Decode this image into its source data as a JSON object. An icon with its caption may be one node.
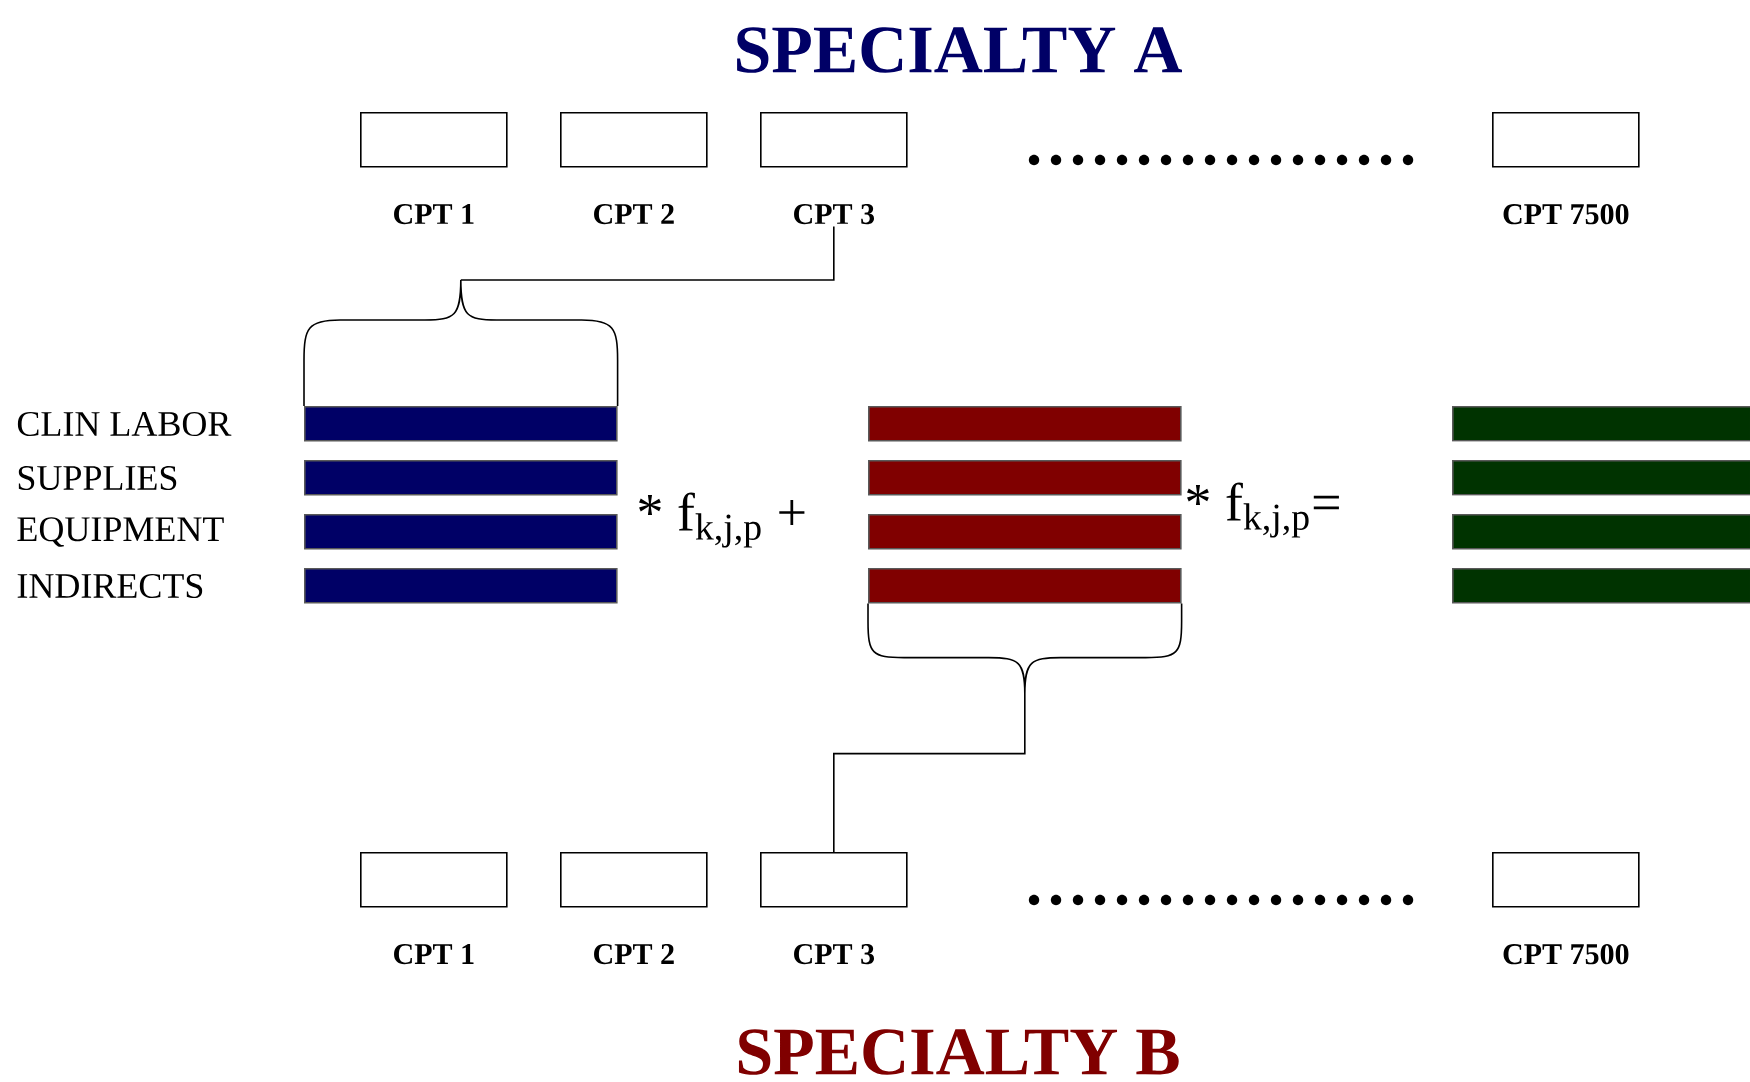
{
  "diagram": {
    "title": "SPECIALTY A",
    "nodes": [
      {
        "text": [
          "CPT 1"
        ]
      },
      {
        "text": [
          "CPT 2"
        ]
      },
      {
        "text": [
          "CPT 3"
        ]
      },
      {
        "text": [
          "CPT 7500"
        ]
      },
      {
        "text": [],
        "shape": "bar",
        "beside": [
          "CLIN LABOR"
        ]
      },
      {
        "text": [],
        "shape": "bar",
        "beside": [
          "SUPPLIES"
        ]
      },
      {
        "text": [],
        "shape": "bar",
        "beside": [
          "EQUIPMENT"
        ]
      },
      {
        "text": [],
        "shape": "bar",
        "beside": [
          "INDIRECTS"
        ]
      },
      {
        "text": [],
        "shape": "bar"
      },
      {
        "text": [],
        "shape": "bar"
      },
      {
        "text": [],
        "shape": "bar"
      },
      {
        "text": [],
        "shape": "bar"
      },
      {
        "text": [],
        "shape": "bar"
      },
      {
        "text": [],
        "shape": "bar"
      },
      {
        "text": [],
        "shape": "bar"
      },
      {
        "text": [],
        "shape": "bar"
      },
      {
        "text": [
          "CPT 1"
        ]
      },
      {
        "text": [
          "CPT 2"
        ]
      },
      {
        "text": [
          "CPT 3"
        ]
      },
      {
        "text": [
          "CPT 7500"
        ]
      }
    ],
    "edges": [
      {
        "from": 2,
        "to": 4,
        "arrow": "none"
      },
      {
        "from": 11,
        "to": 18,
        "arrow": "none"
      }
    ],
    "labels": [
      "* f$_{k,j,p}$ +",
      "* f$_{k,j,p}$=",
      "SPECIALTY B"
    ]
  }
}
